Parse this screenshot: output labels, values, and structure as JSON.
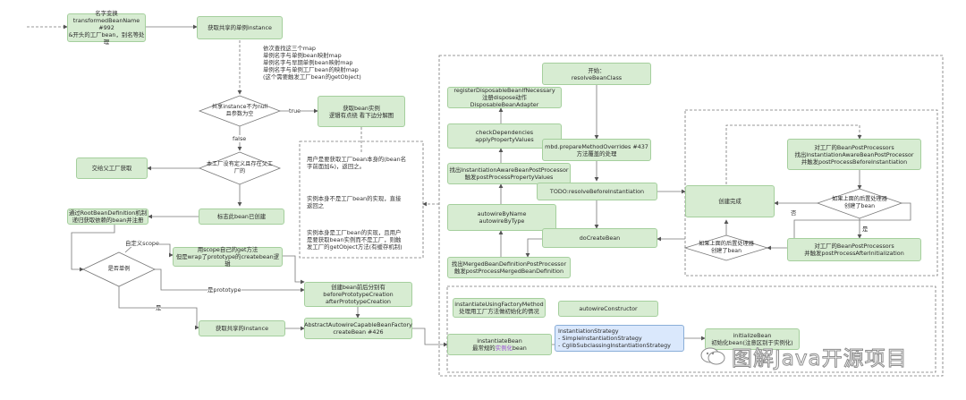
{
  "nodes": {
    "name_transform": "名字变换\ntransformedBeanName #992\n&开头的工厂bean，别名等处理",
    "get_shared_singleton": "获取共享的单例instance",
    "lookup_maps_note": "依次查找这三个map\n单例名字与单例bean映射map\n单例名字与早期单例bean映射map\n单例名字与单例工厂bean的映射map\n(这个需要触发工厂bean的getObject)",
    "instance_check": "共享instance不为null\n且参数为空",
    "get_bean_instance": "获取bean实例\n逻辑有点绕 看下边分解图",
    "parent_factory": "交给父工厂获取",
    "no_def_check": "本工厂没有定义且存在父工\n厂的",
    "merge_rbd": "通过RootBeanDefinition机制\n递归获取依赖的bean并注册",
    "mark_created": "标志此bean已创建",
    "scope_check": "是否单例",
    "scope_get": "用scope自己的get方法\n但是wrap了prototype的createbean逻辑",
    "prototype_before_after": "创建bean前后分别有\nbeforePrototypeCreation\nafterPrototypeCreation",
    "get_shared_instance": "获取共享的instance",
    "create_bean": "AbstractAutowireCapableBeanFactory\ncreateBean  #426",
    "note1": "用户是要获取工厂bean本身的(bean名\n字前面加&)，返回之。",
    "note2": "实例本身不是工厂bean的实现，直接\n返回之",
    "note3": "实例本身是工厂bean的实现，且用户\n是要获取bean实例而不是工厂，则触\n发工厂的getObject方法(有缓存机制)",
    "start": "开始：\nresolveBeanClass",
    "register_disposable": "registerDisposableBeanIfNecessary\n注册dispose动作DisposableBeanAdapter",
    "check_dependencies": "checkDependencies\napplyPropertyValues",
    "prepare_overrides": "mbd.prepareMethodOverrides #437\n方法覆盖的处理",
    "iabpp_props": "找出InstantiationAwareBeanPostProcessor\n触发postProcessPropertyValues",
    "resolve_before": "TODO:resolveBeforeInstantiation",
    "autowire": "autowireByName\nautowireByType",
    "do_create_bean": "doCreateBean",
    "mbd_pp": "找出MergedBeanDefinitionPostProcessor\n触发postProcessMergedBeanDefinition",
    "factory_method": "instantiateUsingFactoryMethod\n处理用工厂方法做初始化的情况",
    "autowire_ctor": "autowireConstructor",
    "instantiate_bean_l1": "instantiateBean",
    "instantiate_bean_l2a": "最常规的",
    "instantiate_bean_l2b": "实例化",
    "instantiate_bean_l2c": "bean",
    "strategy": "InstantiationStrategy\n- SimpleInstantiationStrategy\n- CglibSubclassingInstantiationStrategy",
    "initialize_bean": "initializeBean\n初始化bean(注意区别于实例化)",
    "create_done": "创建完成",
    "bpp_before": "对工厂的BeanPostProcessors\n找出InstantiationAwareBeanPostProcessor\n并触发postProcessBeforeInstantiation",
    "bpp_check_top": "如果上面的后置处理器\n创建了bean",
    "bpp_after": "对工厂的BeanPostProcessors\n并触发postProcessAfterInitialization",
    "bpp_check_bottom": "如果上面的后置处理器\n创建了bean"
  },
  "labels": {
    "true": "true",
    "false": "false",
    "custom_scope": "自定义scope",
    "is_prototype": "是prototype",
    "yes1": "是",
    "yes2": "是",
    "no": "否"
  },
  "watermark": "图解Java开源项目",
  "colors": {
    "green_fill": "#d7ecd2",
    "green_border": "#a5cf9d",
    "blue_fill": "#dae8fc",
    "edge": "#666666"
  }
}
